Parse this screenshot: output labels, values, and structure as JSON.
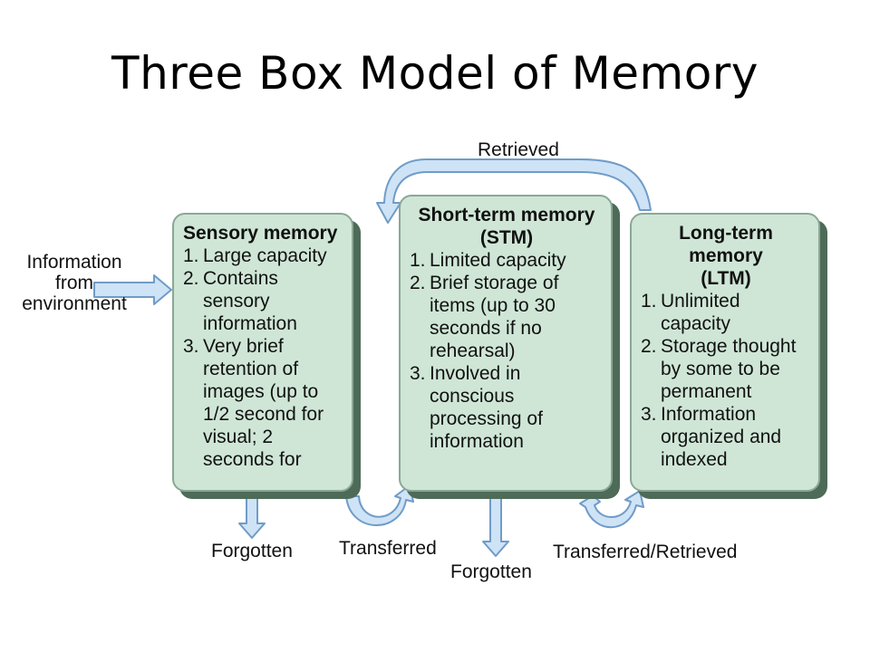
{
  "title": "Three Box Model of Memory",
  "input_label": [
    "Information",
    "from",
    "environment"
  ],
  "boxes": {
    "sensory": {
      "title": [
        "Sensory memory"
      ],
      "items": [
        {
          "num": "1.",
          "text": "Large capacity"
        },
        {
          "num": "2.",
          "text": "Contains sensory information"
        },
        {
          "num": "3.",
          "text": "Very brief retention of images (up to 1/2 second for visual; 2 seconds for"
        }
      ]
    },
    "stm": {
      "title": [
        "Short-term memory",
        "(STM)"
      ],
      "items": [
        {
          "num": "1.",
          "text": "Limited capacity"
        },
        {
          "num": "2.",
          "text": "Brief storage of items (up to 30 seconds if no rehearsal)"
        },
        {
          "num": "3.",
          "text": "Involved in conscious processing of information"
        }
      ]
    },
    "ltm": {
      "title": [
        "Long-term memory",
        "(LTM)"
      ],
      "items": [
        {
          "num": "1.",
          "text": "Unlimited capacity"
        },
        {
          "num": "2.",
          "text": "Storage thought by some to be permanent"
        },
        {
          "num": "3.",
          "text": "Information organized and indexed"
        }
      ]
    }
  },
  "arrow_labels": {
    "retrieved": "Retrieved",
    "forgotten_sensory": "Forgotten",
    "transferred": "Transferred",
    "forgotten_stm": "Forgotten",
    "transferred_retrieved": "Transferred/Retrieved"
  },
  "colors": {
    "box_fill": "#cfe6d6",
    "box_shadow": "#4d6b58",
    "arrow_fill": "#cfe3f6",
    "arrow_stroke": "#6f9cc8"
  }
}
